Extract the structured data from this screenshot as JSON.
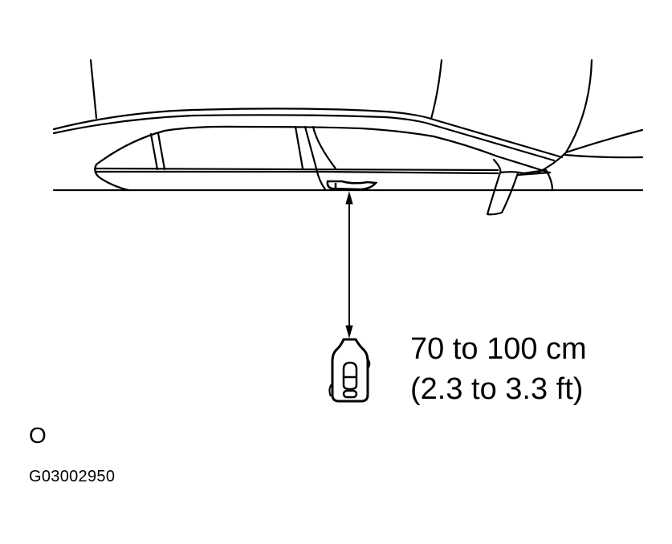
{
  "figure": {
    "distance_metric": "70 to 100 cm",
    "distance_imperial": "(2.3 to 3.3 ft)",
    "marker": "O",
    "figure_code": "G03002950"
  },
  "elements": {
    "vehicle": "vehicle-side-lower-outline",
    "door_handle": "outside-door-handle",
    "arrow": "double-headed-distance-arrow",
    "key_fob": "wireless-key-transmitter"
  },
  "colors": {
    "line": "#000000",
    "background": "#ffffff"
  }
}
